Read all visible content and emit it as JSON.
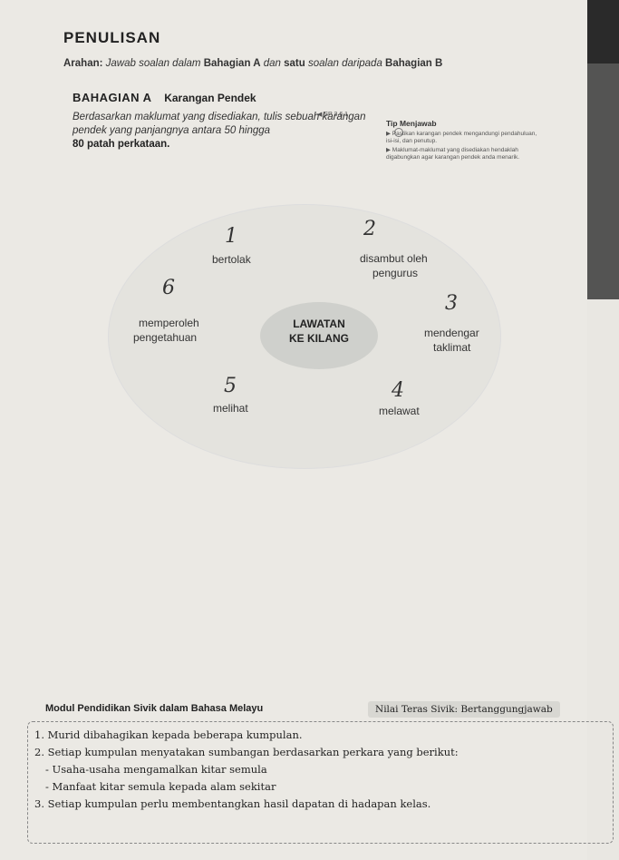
{
  "header": {
    "title": "PENULISAN",
    "directions_label": "Arahan:",
    "directions_text": "Jawab soalan dalam",
    "directions_bold": "Bahagian A",
    "directions_text2": "dan",
    "directions_bold2": "satu",
    "directions_text3": "soalan daripada",
    "directions_bold3": "Bahagian B"
  },
  "section": {
    "label": "BAHAGIAN A",
    "name": "Karangan Pendek",
    "sp_ref": "◀ SP 3.6.1",
    "instruction": "Berdasarkan maklumat yang disediakan, tulis sebuah karangan pendek yang panjangnya antara 50 hingga",
    "instruction_bold": "80 patah perkataan."
  },
  "tip": {
    "heading": "Tip Menjawab",
    "items": [
      "▶ Pastikan karangan pendek mengandungi pendahuluan, isi-isi, dan penutup.",
      "▶ Maklumat-maklumat yang disediakan hendaklah digabungkan agar karangan pendek anda menarik."
    ]
  },
  "diagram": {
    "center_line1": "LAWATAN",
    "center_line2": "KE KILANG",
    "nodes": {
      "bertolak": "bertolak",
      "disambut1": "disambut oleh",
      "disambut2": "pengurus",
      "memperoleh1": "memperoleh",
      "memperoleh2": "pengetahuan",
      "mendengar1": "mendengar",
      "mendengar2": "taklimat",
      "melihat": "melihat",
      "melawat": "melawat"
    },
    "handwritten": {
      "n1": "1",
      "n2": "2",
      "n3": "3",
      "n4": "4",
      "n5": "5",
      "n6": "6"
    }
  },
  "footer": {
    "module": "Modul Pendidikan Sivik dalam Bahasa Melayu",
    "value": "Nilai Teras Sivik: Bertanggungjawab",
    "items": [
      "1. Murid dibahagikan kepada beberapa kumpulan.",
      "2. Setiap kumpulan menyatakan sumbangan berdasarkan perkara yang berikut:",
      "- Usaha-usaha mengamalkan kitar semula",
      "- Manfaat kitar semula kepada alam sekitar",
      "3. Setiap kumpulan perlu membentangkan hasil dapatan di hadapan kelas."
    ]
  }
}
